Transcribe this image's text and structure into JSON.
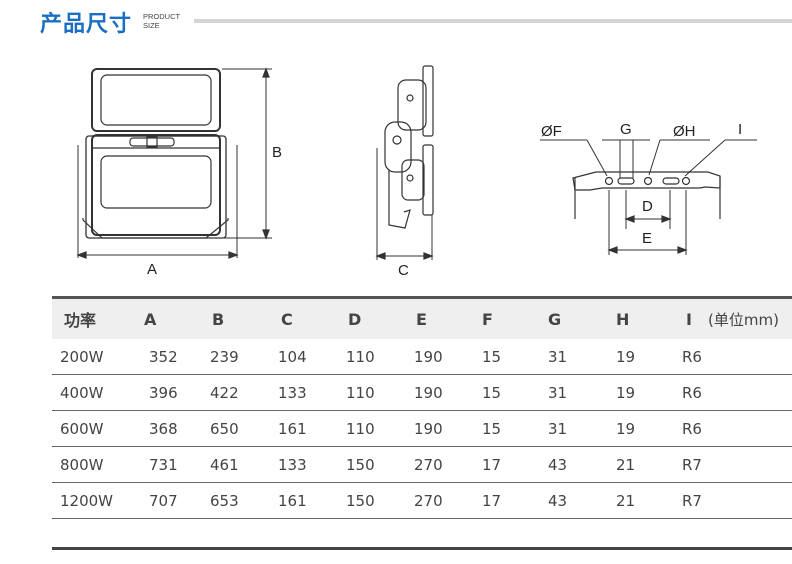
{
  "header": {
    "title": "产品尺寸",
    "subtitle_line1": "PRODUCT",
    "subtitle_line2": "SIZE",
    "accent_color": "#1a6fc2"
  },
  "diagrams": {
    "front_view": {
      "label_width": "A",
      "label_height": "B"
    },
    "side_view": {
      "label_depth": "C"
    },
    "bracket_view": {
      "label_f": "ØF",
      "label_g": "G",
      "label_h": "ØH",
      "label_i": "I",
      "label_d": "D",
      "label_e": "E"
    }
  },
  "table": {
    "headers": [
      "功率",
      "A",
      "B",
      "C",
      "D",
      "E",
      "F",
      "G",
      "H",
      "I"
    ],
    "unit_note": "(单位mm)",
    "rows": [
      [
        "200W",
        "352",
        "239",
        "104",
        "110",
        "190",
        "15",
        "31",
        "19",
        "R6"
      ],
      [
        "400W",
        "396",
        "422",
        "133",
        "110",
        "190",
        "15",
        "31",
        "19",
        "R6"
      ],
      [
        "600W",
        "368",
        "650",
        "161",
        "110",
        "190",
        "15",
        "31",
        "19",
        "R6"
      ],
      [
        "800W",
        "731",
        "461",
        "133",
        "150",
        "270",
        "17",
        "43",
        "21",
        "R7"
      ],
      [
        "1200W",
        "707",
        "653",
        "161",
        "150",
        "270",
        "17",
        "43",
        "21",
        "R7"
      ]
    ]
  }
}
